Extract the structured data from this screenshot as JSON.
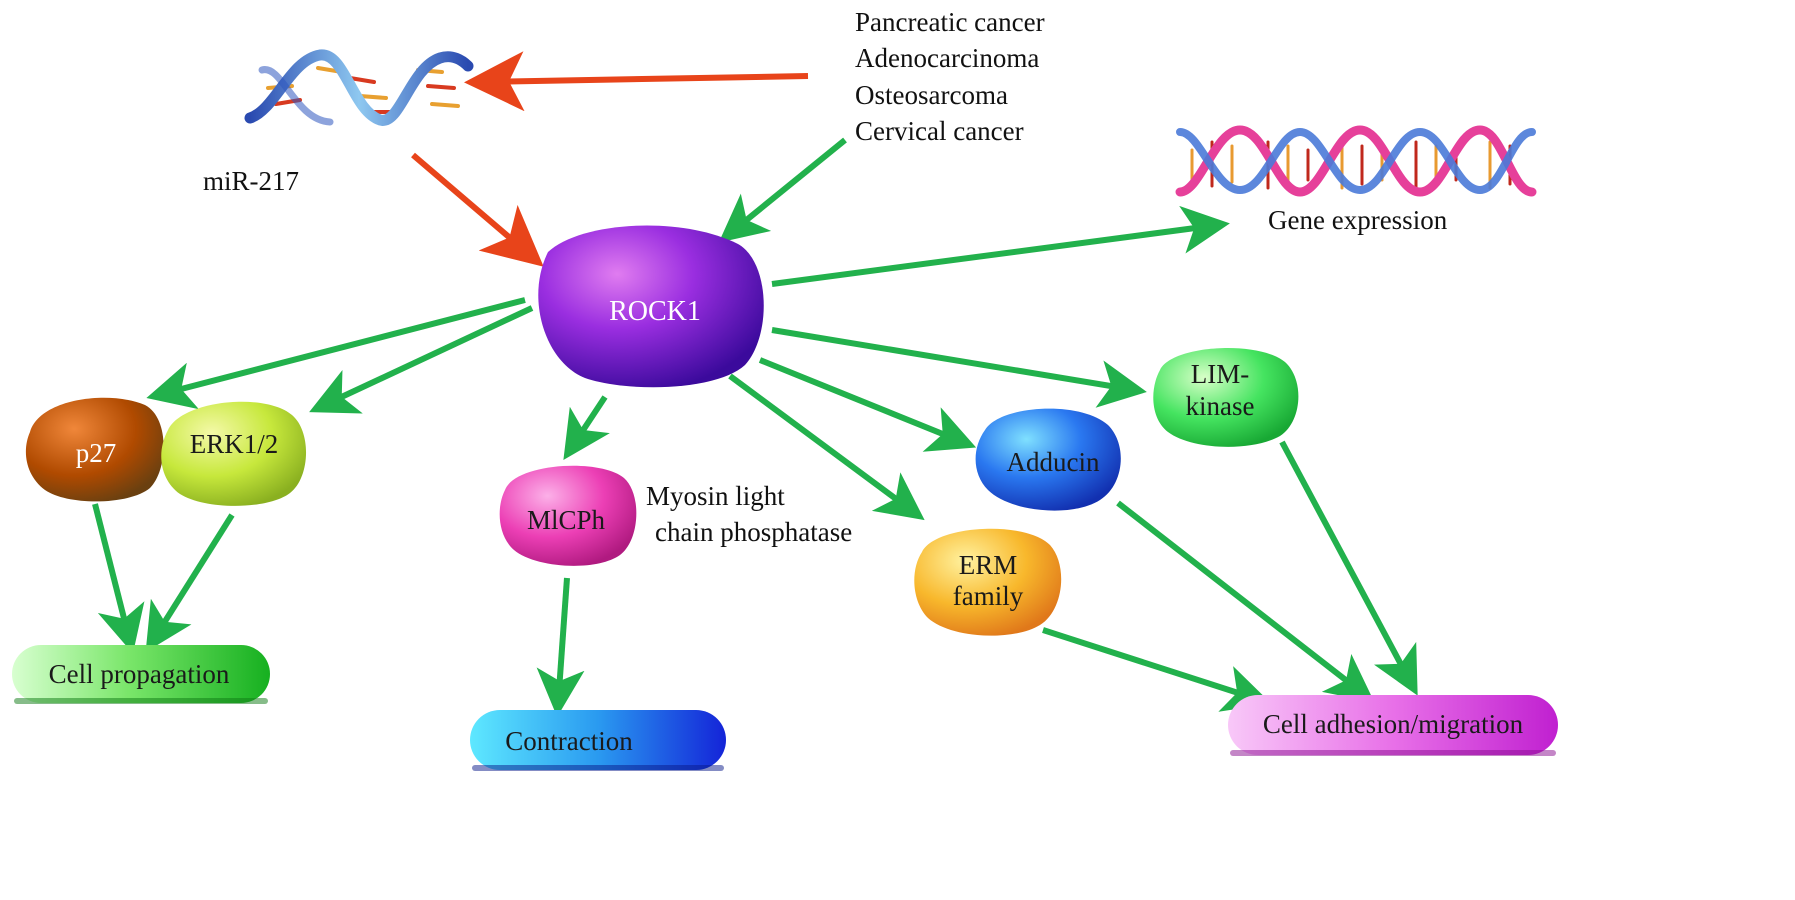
{
  "diagram": {
    "cancers": [
      "Pancreatic cancer",
      "Adenocarcinoma",
      "Osteosarcoma",
      "Cervical cancer"
    ],
    "mirna_label": "miR-217",
    "gene_expression_label": "Gene expression",
    "nodes": {
      "rock1": "ROCK1",
      "p27": "p27",
      "erk": "ERK1/2",
      "mlcph": "MlCPh",
      "adducin": "Adducin",
      "erm_line1": "ERM",
      "erm_line2": "family",
      "lim_line1": "LIM-",
      "lim_line2": "kinase"
    },
    "mlcph_desc_line1": "Myosin light",
    "mlcph_desc_line2": "chain phosphatase",
    "outcomes": {
      "cell_propagation": "Cell propagation",
      "contraction": "Contraction",
      "cell_adhesion": "Cell adhesion/migration"
    },
    "colors": {
      "inhibit_arrow": "#e8441a",
      "activate_arrow": "#22b14c",
      "rock1": "#7a1fd0",
      "p27": "#b04a00",
      "erk": "#b8dc3a",
      "mlcph": "#e23aa8",
      "adducin": "#1e64e8",
      "erm": "#f5a623",
      "lim": "#3ce05a",
      "cell_propagation": "#3ccc3c",
      "contraction": "#1f6fe8",
      "cell_adhesion": "#e050e0"
    }
  }
}
